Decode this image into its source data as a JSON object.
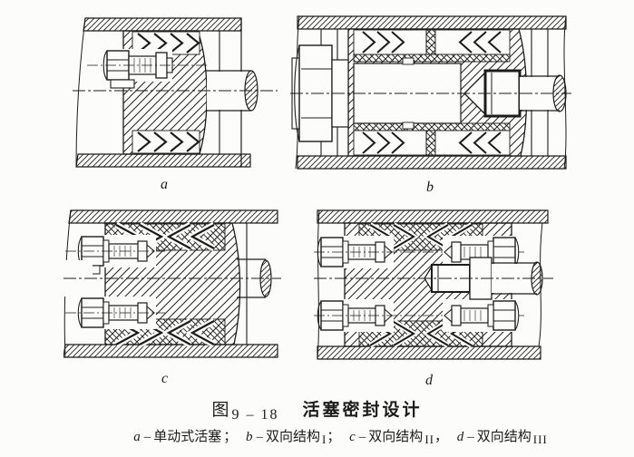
{
  "colors": {
    "paper": "#fcfcfa",
    "ink": "#1c1c1c"
  },
  "figure": {
    "panels": [
      {
        "label": "a"
      },
      {
        "label": "b"
      },
      {
        "label": "c"
      },
      {
        "label": "d"
      }
    ],
    "caption": {
      "fig_prefix": "图",
      "fig_number": "9 – 18",
      "title": "活塞密封设计"
    },
    "legend": {
      "items": [
        {
          "key": "a",
          "dash": "–",
          "text": "单动式活塞",
          "numeral": "",
          "sep": "；"
        },
        {
          "key": "b",
          "dash": "–",
          "text": "双向结构",
          "numeral": "I",
          "sep": "；"
        },
        {
          "key": "c",
          "dash": "–",
          "text": "双向结构",
          "numeral": "II",
          "sep": "，"
        },
        {
          "key": "d",
          "dash": "–",
          "text": "双向结构",
          "numeral": "III",
          "sep": ""
        }
      ]
    }
  }
}
